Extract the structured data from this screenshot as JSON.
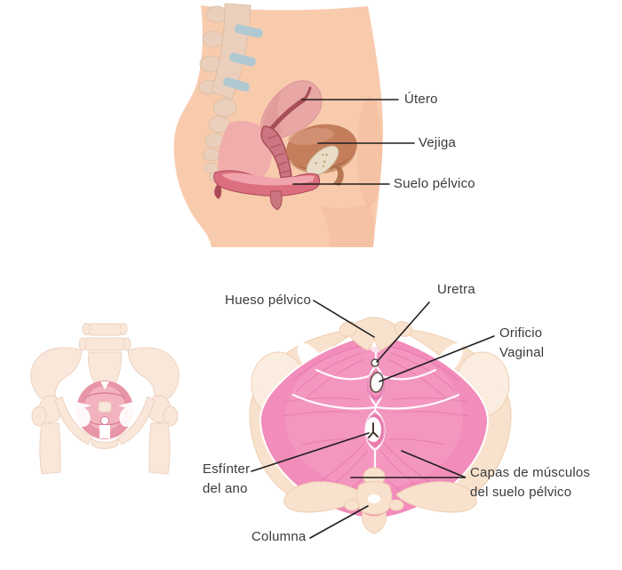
{
  "labels": {
    "utero": "Útero",
    "vejiga": "Vejiga",
    "suelo_pelvico": "Suelo pélvico",
    "hueso_pelvico": "Hueso pélvico",
    "uretra": "Uretra",
    "orificio_vaginal_1": "Orificio",
    "orificio_vaginal_2": "Vaginal",
    "esfinter_1": "Esfínter",
    "esfinter_2": "del ano",
    "capas_1": "Capas de músculos",
    "capas_2": "del suelo pélvico",
    "columna": "Columna"
  },
  "colors": {
    "label": "#3a3a3a",
    "leader": "#1f1f1f",
    "skin": "#f8cbad",
    "skin_shadow": "#f0b191",
    "bone_tan": "#ead0bc",
    "bone_tan_stroke": "#d9bba2",
    "disc": "#afc8d2",
    "sacrum_soft": "#f0aaac",
    "uterus": "#e8a7a5",
    "uterus_shade": "#dd9496",
    "canal": "#a84e58",
    "vagina_fill": "#cb7680",
    "bladder": "#c47e5b",
    "bladder_shadow": "#a8623f",
    "bladder_light": "#d6987a",
    "pubic_bone": "#e9ddc7",
    "pubic_stroke": "#c7b48d",
    "speckle": "#b5a176",
    "floor_main": "#dc6f7f",
    "floor_light": "#f3aab1",
    "floor_dark": "#ac4a59",
    "pale_bone": "#f9e7d9",
    "pale_stroke": "#edd0bf",
    "lf_muscle": "#e796a7",
    "lf_muscle_light": "#f2b3be",
    "lf_muscle_dark": "#d87e92",
    "rb_bone": "#f8e2cd",
    "rb_stroke": "#efcdaf",
    "rb_bone_light": "#fbeddf",
    "muscle": "#f18cbb",
    "muscle_light": "#f7a8cc",
    "muscle_mid": "#e06ca6",
    "muscle_deep": "#d95f9a",
    "opening_stroke": "#5e4e44",
    "anus_mark": "#46362e"
  }
}
